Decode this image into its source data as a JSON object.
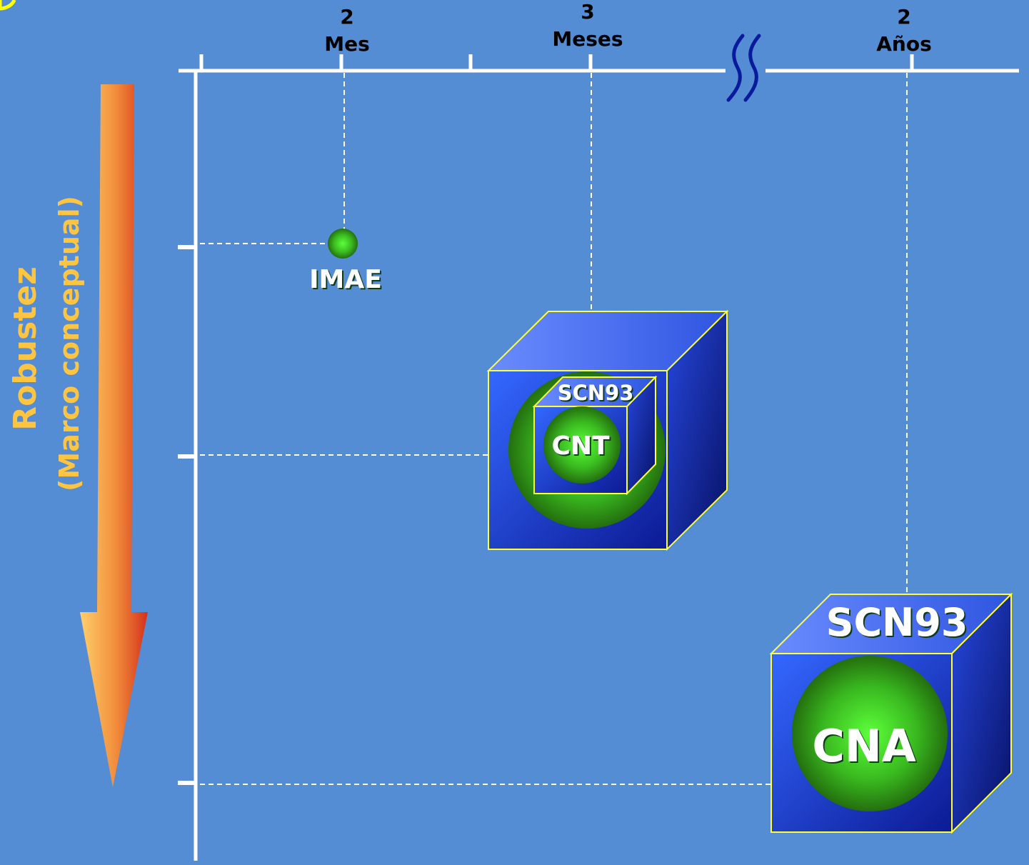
{
  "colors": {
    "background": "#558dd5",
    "axis": "#ffffff",
    "robustness_text": "#ffc440",
    "cube_edge": "#ffff33",
    "break_mark": "#0a1a9c",
    "sphere_green": "#3fd02a"
  },
  "top_axis": {
    "ticks": [
      {
        "number": "2",
        "unit": "Mes"
      },
      {
        "number": "3",
        "unit": "Meses"
      },
      {
        "number": "2",
        "unit": "Años"
      }
    ]
  },
  "side_axis": {
    "title": "Robustez",
    "subtitle": "(Marco conceptual)"
  },
  "items": {
    "imae": {
      "label": "IMAE"
    },
    "cnt": {
      "box_label": "SCN93",
      "sphere_label": "CNT"
    },
    "cna": {
      "box_label": "SCN93",
      "sphere_label": "CNA"
    }
  }
}
